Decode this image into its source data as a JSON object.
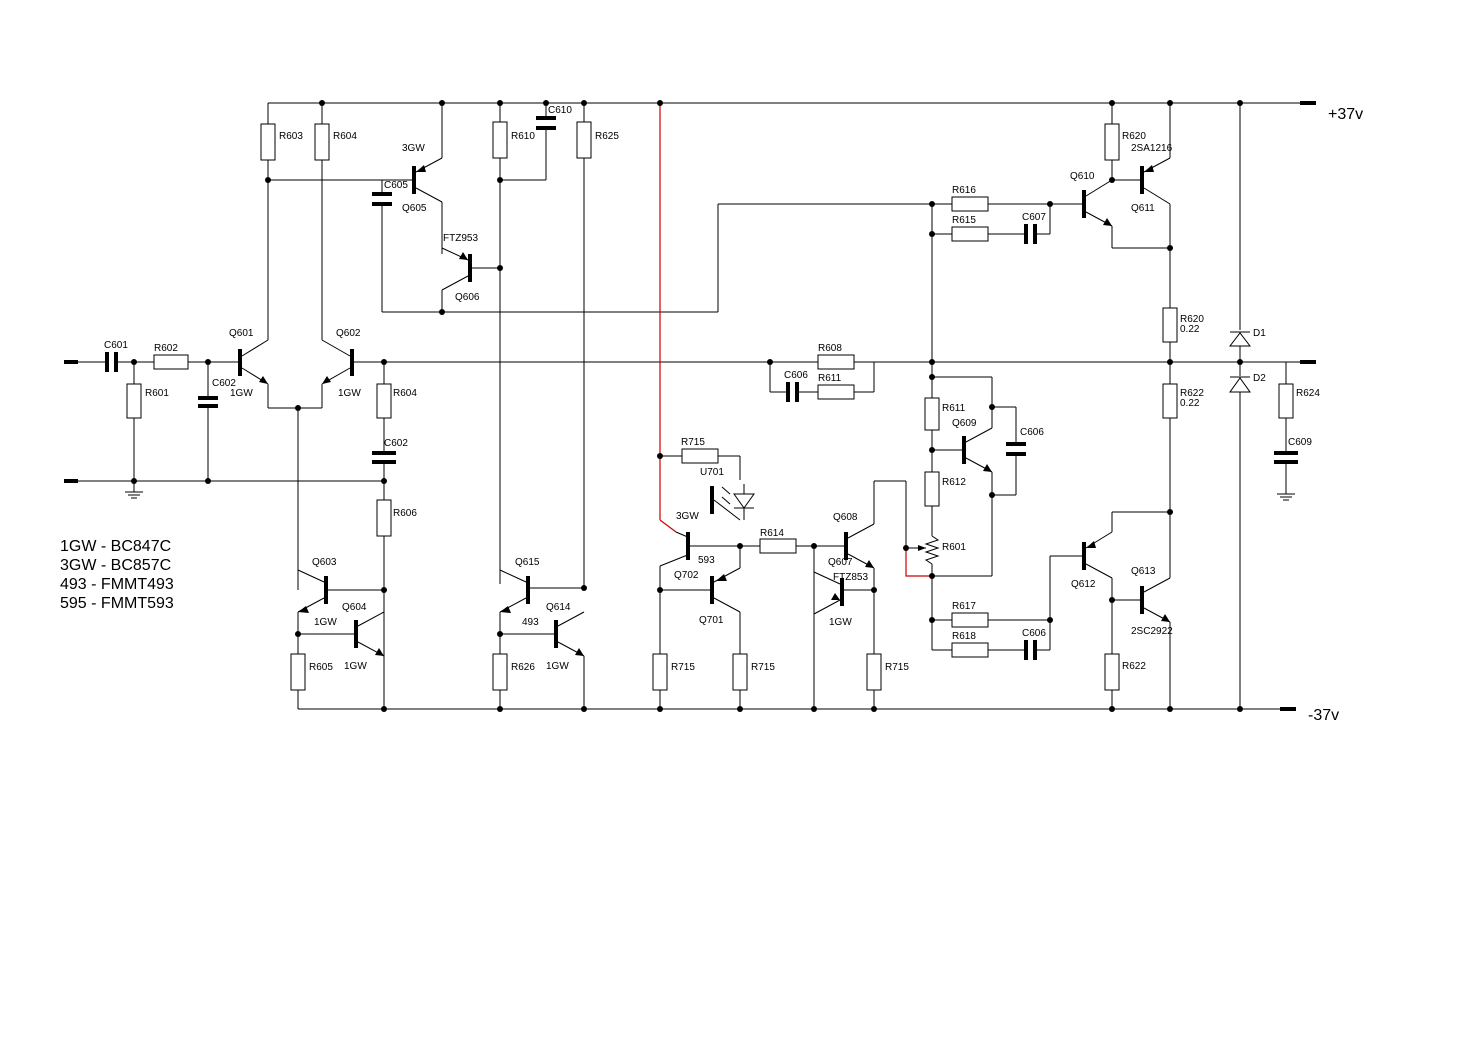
{
  "rails": {
    "positive": "+37v",
    "negative": "-37v"
  },
  "legend": [
    "1GW - BC847C",
    "3GW - BC857C",
    "493 - FMMT493",
    "595 - FMMT593"
  ],
  "labels": {
    "C601": "C601",
    "R602": "R602",
    "R601": "R601",
    "C602": "C602",
    "C602b": "C602",
    "Q601": "Q601",
    "Q601t": "1GW",
    "Q602": "Q602",
    "Q602t": "1GW",
    "R603": "R603",
    "R604a": "R604",
    "R604b": "R604",
    "R606": "R606",
    "Q603": "Q603",
    "Q604": "Q604",
    "Q603t": "1GW",
    "Q604t": "1GW",
    "R605": "R605",
    "Q605": "Q605",
    "Q605t": "3GW",
    "C605": "C605",
    "Q606": "Q606",
    "Q606t": "FTZ953",
    "R610": "R610",
    "C610": "C610",
    "R625": "R625",
    "Q615": "Q615",
    "Q614": "Q614",
    "Q615t": "493",
    "Q614t": "1GW",
    "R626": "R626",
    "R715a": "R715",
    "U701": "U701",
    "Q702": "Q702",
    "Q702t": "3GW",
    "Q702t2": "593",
    "Q701": "Q701",
    "R715b": "R715",
    "R715c": "R715",
    "R614": "R614",
    "Q608": "Q608",
    "Q607": "Q607",
    "Q607t": "FTZ853",
    "Q607t2": "1GW",
    "R715d": "R715",
    "C606a": "C606",
    "R608": "R608",
    "R611a": "R611",
    "R616": "R616",
    "R615": "R615",
    "C607": "C607",
    "R611b": "R611",
    "Q609": "Q609",
    "C606b": "C606",
    "R612": "R612",
    "R601b": "R601",
    "R617": "R617",
    "R618": "R618",
    "C606c": "C606",
    "Q610": "Q610",
    "R620a": "R620",
    "Q611": "Q611",
    "Q611t": "2SA1216",
    "R620b": "R620",
    "R620v": "0.22",
    "R622a": "R622",
    "R622v": "0.22",
    "Q612": "Q612",
    "Q613": "Q613",
    "Q613t": "2SC2922",
    "R622b": "R622",
    "D1": "D1",
    "D2": "D2",
    "R624": "R624",
    "C609": "C609"
  }
}
